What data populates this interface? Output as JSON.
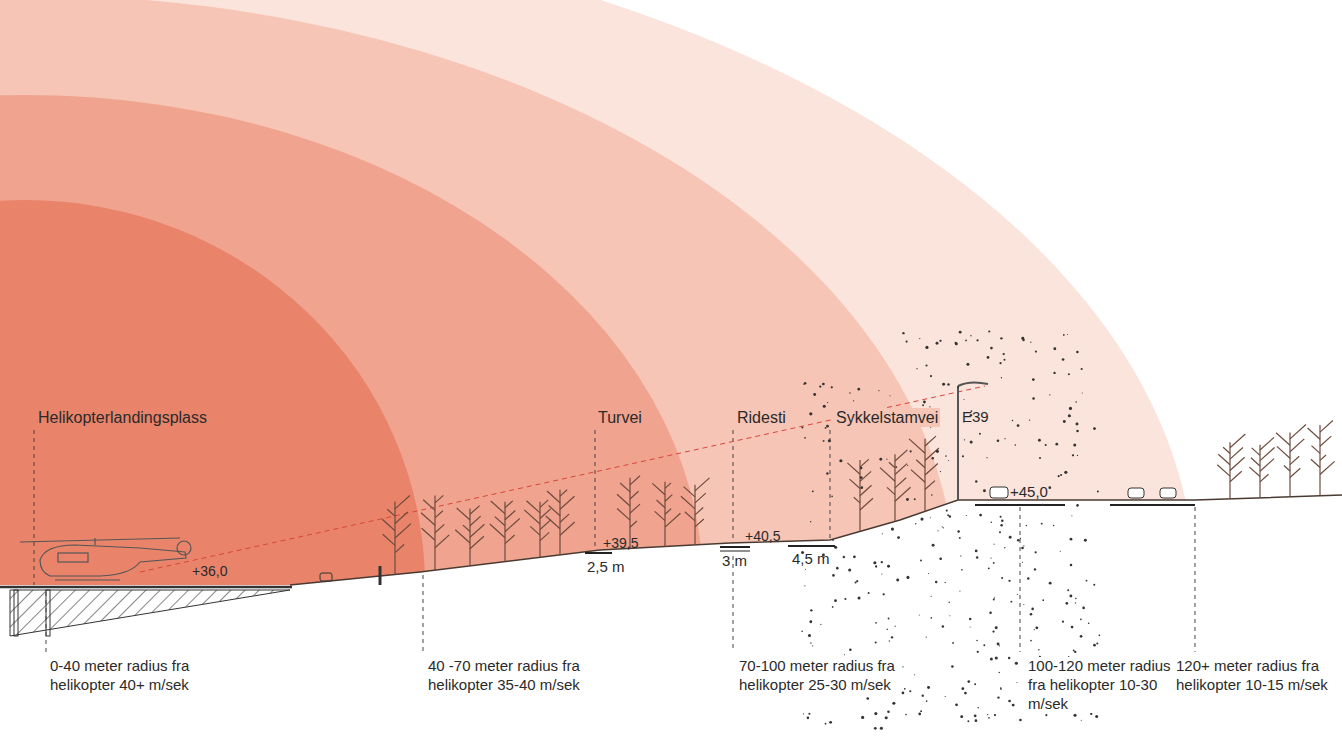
{
  "diagram": {
    "labels": [
      "Helikopterlandingsplass",
      "Turvei",
      "Ridesti",
      "Sykkelstamvei",
      "E39",
      "+36,0",
      "+39,5",
      "2,5 m",
      "+40,5",
      "3 m",
      "4,5 m",
      "+45,0",
      "0-40 meter radius fra helikopter 40+ m/sek",
      "40 -70 meter radius fra helikopter 35-40 m/sek",
      "70-100 meter radius fra helikopter 25-30 m/sek",
      "100-120 meter radius fra helikopter 10-30 m/sek",
      "120+ meter radius fra helikopter 10-15 m/sek"
    ]
  }
}
